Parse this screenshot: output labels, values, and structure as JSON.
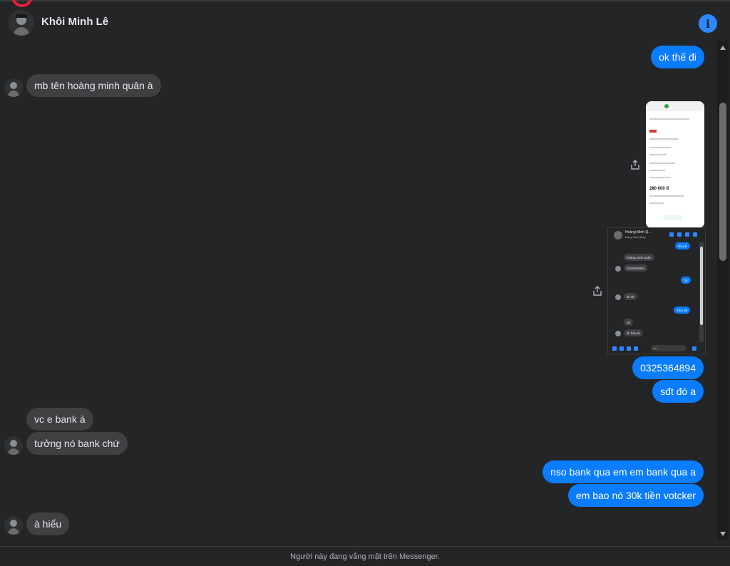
{
  "header": {
    "contact_name": "Khôi Minh Lê",
    "info_icon": "info-icon"
  },
  "messages": [
    {
      "side": "out",
      "text": "ok thế đi"
    },
    {
      "side": "in",
      "text": "mb tên hoàng minh quân à"
    },
    {
      "side": "out",
      "text": "0325364894"
    },
    {
      "side": "out",
      "text": "sđt đó a"
    },
    {
      "side": "in",
      "text": "vc e bank à"
    },
    {
      "side": "in",
      "text": "tưởng nó bank chứ"
    },
    {
      "side": "out",
      "text": "nso bank qua em em bank qua a"
    },
    {
      "side": "out",
      "text": "em bao nó 30k  tiền votcker"
    },
    {
      "side": "in",
      "text": "à hiểu"
    }
  ],
  "attachments": {
    "receipt_image": {
      "amount": "280 000 đ"
    },
    "chat_capture": {
      "contact": "Hoàng Minh Q...",
      "status": "Đang hoạt động",
      "bubbles": [
        {
          "side": "out",
          "text": "đó ạ b"
        },
        {
          "side": "in",
          "text": "hoàng minh quân"
        },
        {
          "side": "in",
          "text": "0325364894"
        },
        {
          "side": "out",
          "text": "Ok"
        },
        {
          "side": "in",
          "text": "kh đc"
        },
        {
          "side": "out",
          "text": "Tâm tốt"
        },
        {
          "side": "in",
          "text": "ok"
        },
        {
          "side": "in",
          "text": "đc bảo tờ"
        }
      ],
      "input_placeholder": "Aa"
    }
  },
  "footer": {
    "status_text": "Người này đang vắng mặt trên Messenger."
  },
  "colors": {
    "background": "#242526",
    "outgoing_bubble": "#0a7cff",
    "incoming_bubble": "#3e4042",
    "accent": "#2d88ff"
  }
}
